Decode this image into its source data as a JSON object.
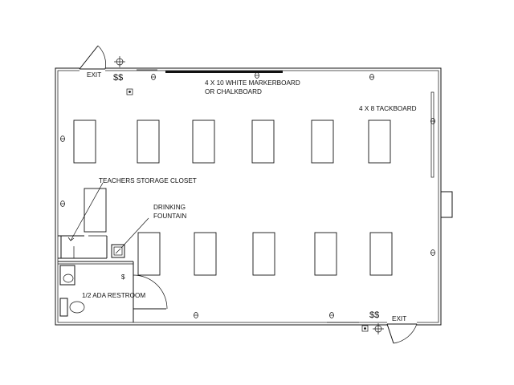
{
  "labels": {
    "exit_top": "EXIT",
    "exit_bottom": "EXIT",
    "markerboard_line1": "4 X 10 WHITE MARKERBOARD",
    "markerboard_line2": "OR CHALKBOARD",
    "tackboard": "4 X 8 TACKBOARD",
    "storage_closet": "TEACHERS STORAGE CLOSET",
    "drinking_line1": "DRINKING",
    "drinking_line2": "FOUNTAIN",
    "restroom": "1/2 ADA RESTROOM"
  },
  "symbols": {
    "switch_pair": "$$",
    "switch_single": "$"
  },
  "desks": {
    "count": 11
  }
}
